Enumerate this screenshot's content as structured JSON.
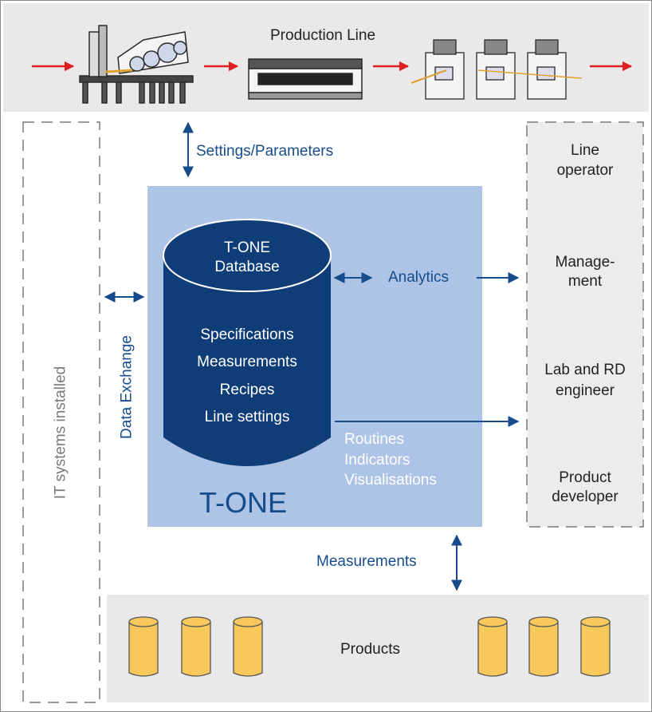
{
  "production_line": {
    "title": "Production Line"
  },
  "flows": {
    "settings": "Settings/Parameters",
    "analytics": "Analytics",
    "data_exchange": "Data Exchange",
    "measurements": "Measurements"
  },
  "it_systems": {
    "label": "IT systems installed"
  },
  "database": {
    "title_line1": "T-ONE",
    "title_line2": "Database",
    "items": [
      "Specifications",
      "Measurements",
      "Recipes",
      "Line settings"
    ]
  },
  "tone_box": {
    "name": "T-ONE",
    "outputs": [
      "Routines",
      "Indicators",
      "Visualisations"
    ]
  },
  "roles": [
    {
      "line1": "Line",
      "line2": "operator"
    },
    {
      "line1": "Manage-",
      "line2": "ment"
    },
    {
      "line1": "Lab and RD",
      "line2": "engineer"
    },
    {
      "line1": "Product",
      "line2": "developer"
    }
  ],
  "products": {
    "label": "Products"
  },
  "colors": {
    "panel_gray": "#e9e9e9",
    "tone_blue": "#aec4e7",
    "db_blue": "#0f3d78",
    "arrow_blue": "#164c8c",
    "arrow_red": "#e02020",
    "product_yellow": "#f8c95a"
  }
}
